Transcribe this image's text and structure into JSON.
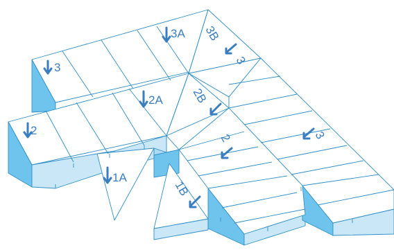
{
  "colors": {
    "outline": "#2f8fc8",
    "side_light": "#c9e7f7",
    "side_mid": "#aedaf2",
    "side_dark": "#6ec4ec",
    "label": "#3a7ec0",
    "top": "#ffffff"
  },
  "labels": {
    "l3_left": "3",
    "l3a": "3A",
    "l3b": "3B",
    "l3_right_upper": "3",
    "l2": "2",
    "l2a": "2A",
    "l2b": "2B",
    "l2_right": "2",
    "l3_right_lower": "3",
    "l1a": "1A",
    "l1b": "1B"
  }
}
